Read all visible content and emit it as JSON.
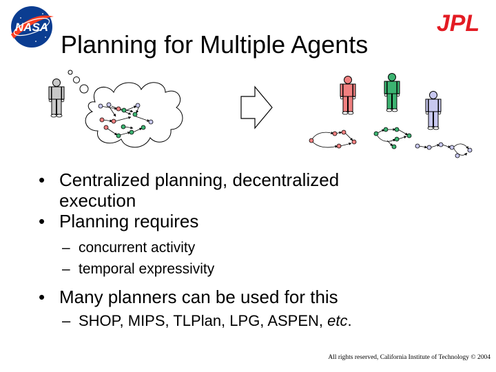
{
  "slide": {
    "title": "Planning for Multiple Agents",
    "logo_left": "NASA",
    "logo_right": "JPL",
    "bullets": [
      {
        "text": "Centralized planning, decentralized execution",
        "line1": "Centralized planning, decentralized",
        "line2": "execution"
      },
      {
        "text": "Planning requires",
        "subitems": [
          "concurrent activity",
          "temporal expressivity"
        ]
      },
      {
        "text": "Many planners can be used for this",
        "subitems": [
          "SHOP, MIPS, TLPlan, LPG, ASPEN, etc."
        ]
      }
    ],
    "bullet_glyph": "•",
    "dash_glyph": "–",
    "footer": "All rights reserved, California Institute of Technology © 2004"
  },
  "colors": {
    "nasa_blue": "#0b3d91",
    "nasa_red": "#fc3d21",
    "jpl_red": "#e31b23",
    "agent_gray": "#c8c8c8",
    "agent_red": "#f08080",
    "agent_green": "#3cb371",
    "agent_blue": "#c8c8f0"
  },
  "icons": [
    "nasa-logo",
    "jpl-logo",
    "thought-cloud-icon",
    "arrow-right-icon",
    "person-icon",
    "plan-graph-icon"
  ]
}
